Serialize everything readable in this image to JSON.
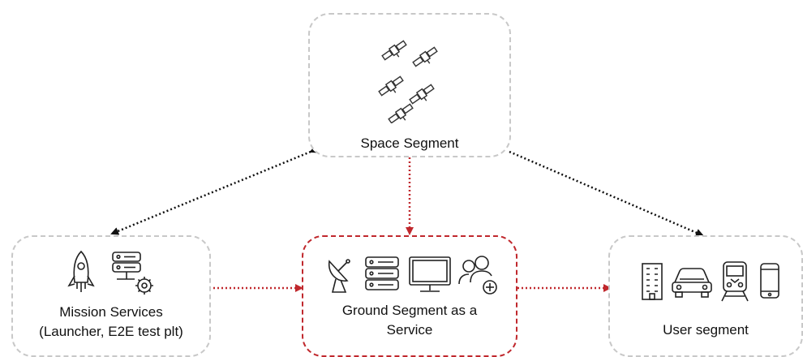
{
  "nodes": {
    "space": {
      "label": "Space Segment"
    },
    "mission": {
      "label_line1": "Mission Services",
      "label_line2": "(Launcher, E2E test plt)"
    },
    "ground": {
      "label_line1": "Ground Segment as a",
      "label_line2": "Service"
    },
    "user": {
      "label": "User segment"
    }
  },
  "colors": {
    "black_link": "#111111",
    "red_link": "#c0282d",
    "gray_box": "#c8c8c8"
  },
  "icons": {
    "space": [
      "satellite-icon",
      "satellite-icon",
      "satellite-icon",
      "satellite-icon"
    ],
    "mission": [
      "rocket-icon",
      "server-gear-icon"
    ],
    "ground": [
      "antenna-icon",
      "server-icon",
      "monitor-icon",
      "users-add-icon"
    ],
    "user": [
      "building-icon",
      "car-icon",
      "train-icon",
      "phone-icon"
    ]
  }
}
